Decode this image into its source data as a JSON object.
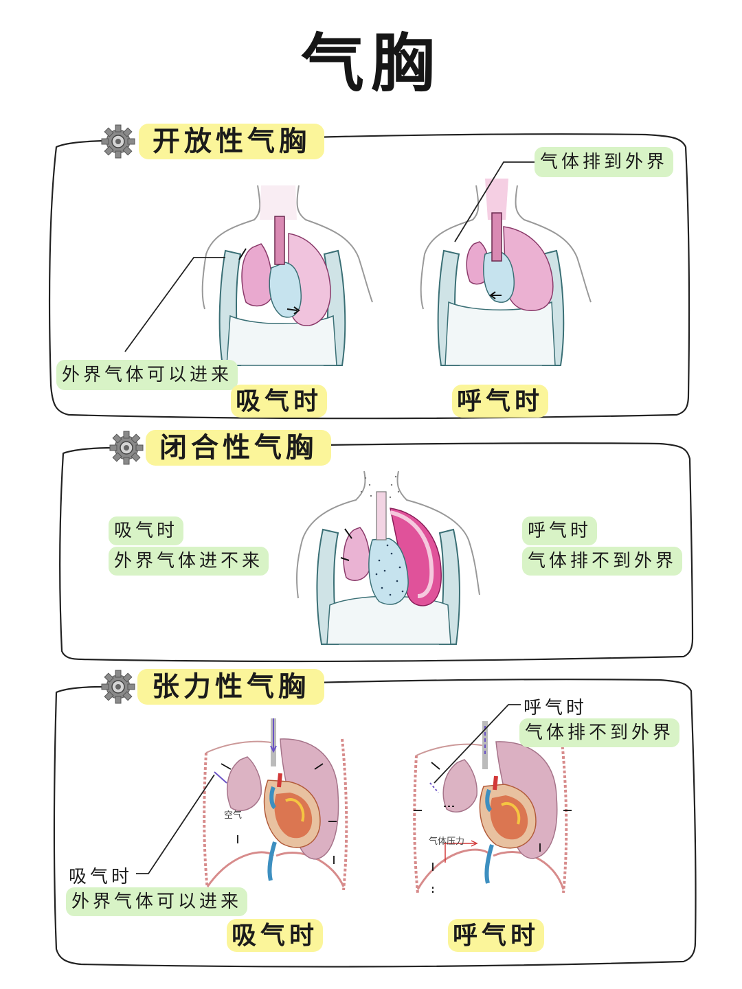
{
  "title": "气胸",
  "sections": [
    {
      "title": "开放性气胸",
      "note_left": "外界气体可以进来",
      "note_right": "气体排到外界",
      "phase_left": "吸气时",
      "phase_right": "呼气时"
    },
    {
      "title": "闭合性气胸",
      "left_line1": "吸气时",
      "left_line2": "外界气体进不来",
      "right_line1": "呼气时",
      "right_line2": "气体排不到外界"
    },
    {
      "title": "张力性气胸",
      "left_line1": "吸气时",
      "left_line2": "外界气体可以进来",
      "right_line1": "呼气时",
      "right_line2": "气体排不到外界",
      "label_air": "空气",
      "label_pressure": "气体压力",
      "phase_left": "吸气时",
      "phase_right": "呼气时"
    }
  ],
  "icons": [
    "gear-icon",
    "gear-icon",
    "gear-icon"
  ],
  "colors": {
    "title_highlight": "#fbf59a",
    "note_highlight": "#d8f3c6",
    "lung": "#e9a9cf",
    "heart": "#c6e3ee"
  }
}
